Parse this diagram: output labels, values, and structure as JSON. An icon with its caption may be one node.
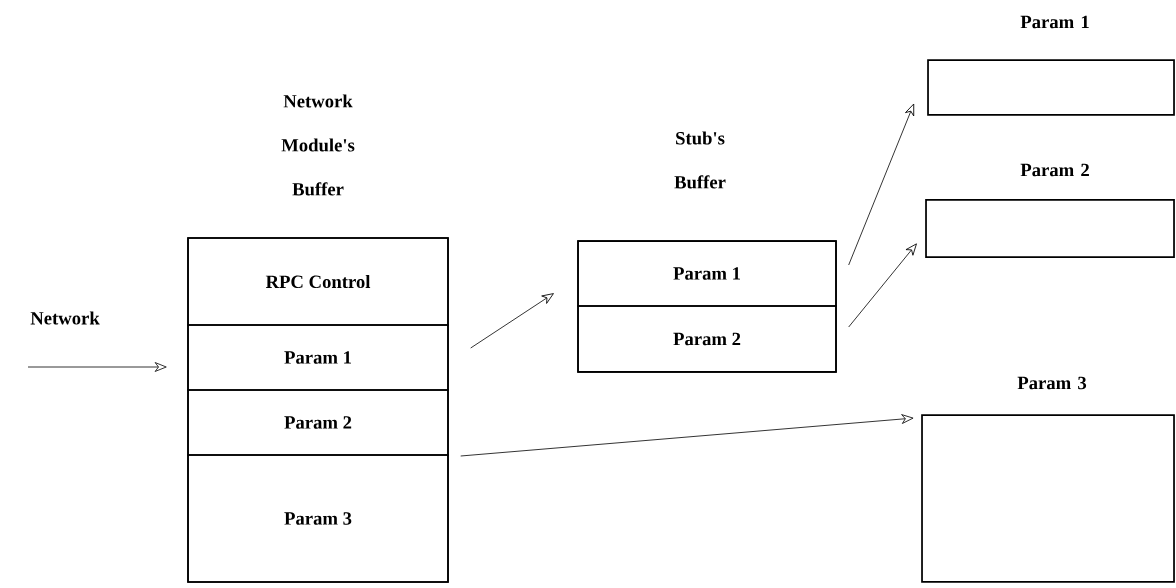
{
  "diagram": {
    "nodes": [
      {
        "text": [
          "Network Module's Buffer"
        ]
      },
      {
        "text": [
          "RPC Control"
        ],
        "in": 0
      },
      {
        "text": [
          "Param 1"
        ],
        "in": 0
      },
      {
        "text": [
          "Param 2"
        ],
        "in": 0
      },
      {
        "text": [
          "Param 3"
        ],
        "in": 0
      },
      {
        "text": [
          "Stub's Buffer"
        ]
      },
      {
        "text": [
          "Param 1"
        ],
        "in": 5
      },
      {
        "text": [
          "Param 2"
        ],
        "in": 5
      },
      {
        "text": [
          "Param 1"
        ]
      },
      {
        "text": [
          "Param 2"
        ]
      },
      {
        "text": [
          "Param 3"
        ]
      }
    ],
    "edges": [
      {
        "from": null,
        "to": 2,
        "arrow": "to",
        "label": "Network"
      },
      {
        "from": 2,
        "to": 6,
        "arrow": "to"
      },
      {
        "from": 6,
        "to": 8,
        "arrow": "to"
      },
      {
        "from": 7,
        "to": 9,
        "arrow": "to"
      },
      {
        "from": 4,
        "to": 10,
        "arrow": "to"
      }
    ]
  }
}
